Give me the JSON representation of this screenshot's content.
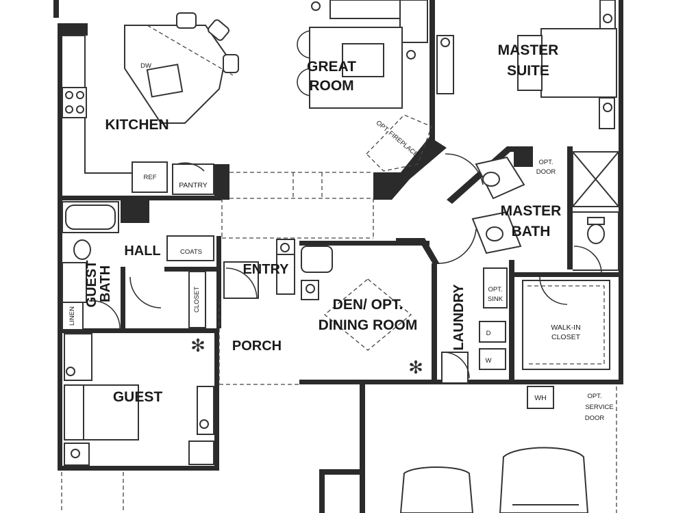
{
  "rooms": {
    "kitchen": "KITCHEN",
    "great_room": [
      "GREAT",
      "ROOM"
    ],
    "master_suite": [
      "MASTER",
      "SUITE"
    ],
    "master_bath": [
      "MASTER",
      "BATH"
    ],
    "hall": "HALL",
    "entry": "ENTRY",
    "guest_bath": [
      "GUEST",
      "BATH"
    ],
    "den": [
      "DEN/ OPT.",
      "DINING ROOM"
    ],
    "laundry": "LAUNDRY",
    "porch": "PORCH",
    "guest": "GUEST",
    "walk_in_closet": [
      "WALK-IN",
      "CLOSET"
    ]
  },
  "fixtures": {
    "dw": "DW",
    "ref": "REF",
    "pantry": "PANTRY",
    "coats": "COATS",
    "closet": "CLOSET",
    "linen": "LINEN",
    "opt_fireplace": "OPT. FIREPLACE",
    "opt_door": [
      "OPT.",
      "DOOR"
    ],
    "opt_sink": [
      "OPT.",
      "SINK"
    ],
    "dryer": "D",
    "washer": "W",
    "water_heater": "WH",
    "opt_service_door": [
      "OPT.",
      "SERVICE",
      "DOOR"
    ]
  }
}
